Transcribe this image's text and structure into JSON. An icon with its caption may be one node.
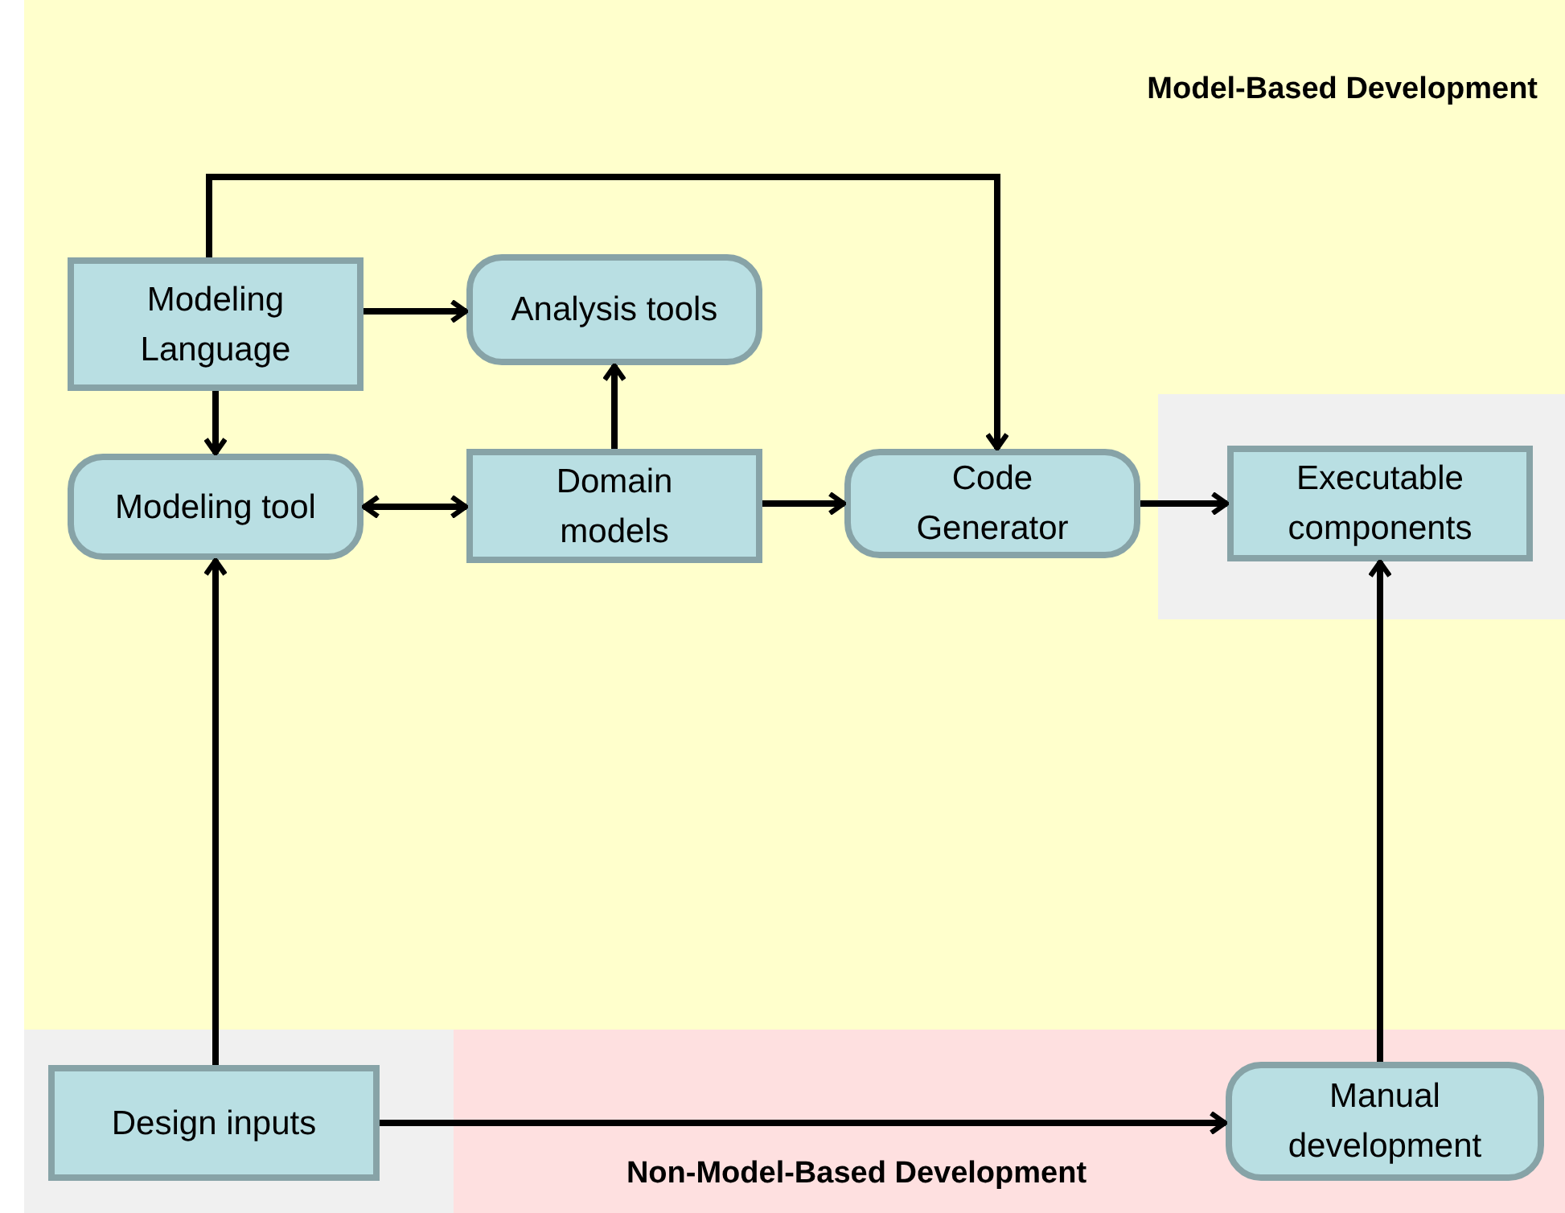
{
  "diagram": {
    "nodes": [
      {
        "text": [
          "Model-Based Development"
        ]
      },
      {
        "text": [
          "Modeling Language"
        ],
        "in": 0
      },
      {
        "text": [
          "Analysis tools"
        ],
        "in": 0
      },
      {
        "text": [
          "Modeling tool"
        ],
        "in": 0
      },
      {
        "text": [
          "Domain models"
        ],
        "in": 0
      },
      {
        "text": [
          "Code Generator"
        ],
        "in": 0
      },
      {
        "text": [
          "Executable components"
        ],
        "in": 0
      },
      {
        "text": [
          "Non-Model-Based Development"
        ]
      },
      {
        "text": [
          "Design inputs"
        ]
      },
      {
        "text": [
          "Manual development"
        ],
        "in": 7
      }
    ],
    "edges": [
      {
        "from": 1,
        "to": 2,
        "arrow": "to"
      },
      {
        "from": 1,
        "to": 3,
        "arrow": "to"
      },
      {
        "from": 3,
        "to": 4,
        "arrow": "both"
      },
      {
        "from": 4,
        "to": 2,
        "arrow": "to"
      },
      {
        "from": 4,
        "to": 5,
        "arrow": "to"
      },
      {
        "from": 1,
        "to": 5,
        "arrow": "to"
      },
      {
        "from": 5,
        "to": 6,
        "arrow": "to"
      },
      {
        "from": 8,
        "to": 3,
        "arrow": "to"
      },
      {
        "from": 8,
        "to": 9,
        "arrow": "to"
      },
      {
        "from": 9,
        "to": 6,
        "arrow": "to"
      }
    ]
  }
}
